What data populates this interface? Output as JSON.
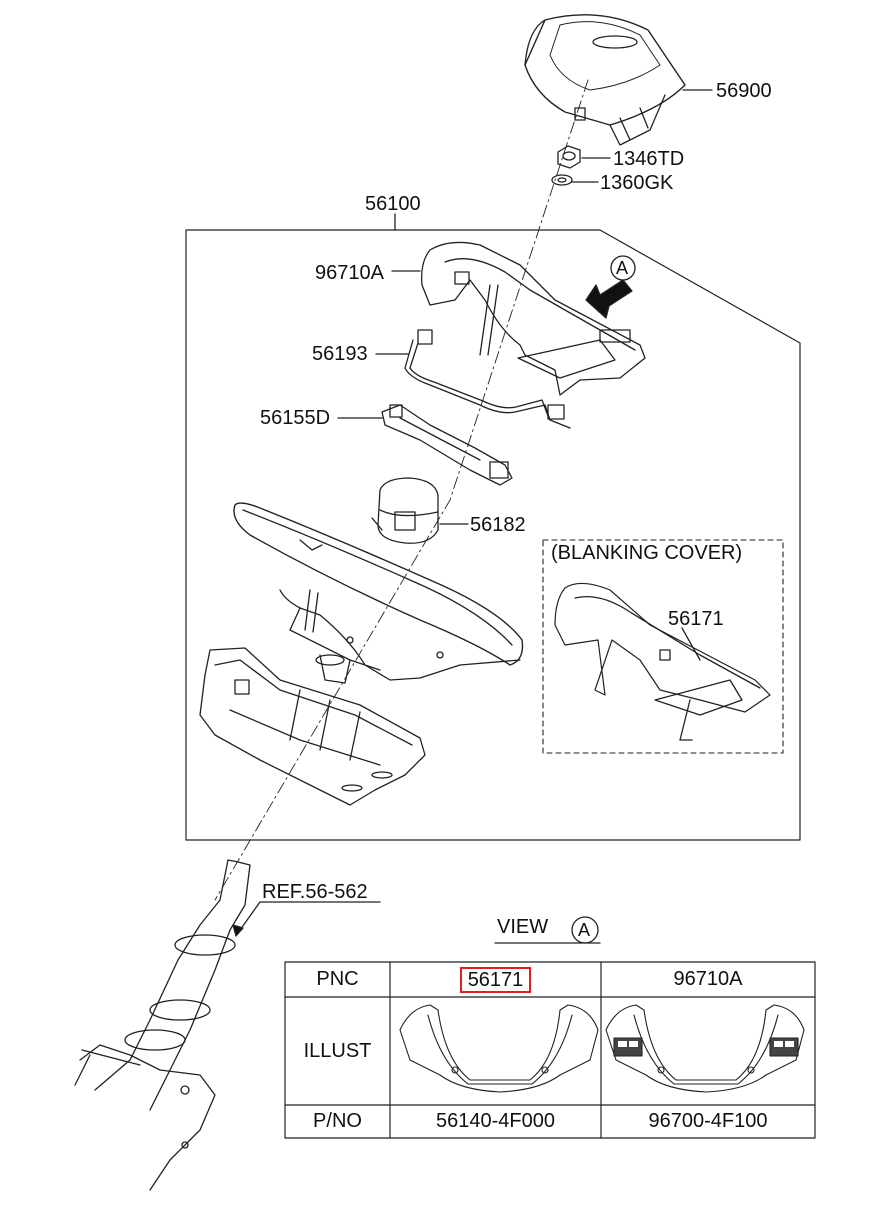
{
  "callouts": {
    "p56900": "56900",
    "p1346td": "1346TD",
    "p1360gk": "1360GK",
    "p56100": "56100",
    "p96710a": "96710A",
    "p56193": "56193",
    "p56155d": "56155D",
    "p56182": "56182",
    "p56171": "56171",
    "ref": "REF.56-562",
    "arrow_letter": "A"
  },
  "blanking_cover": "(BLANKING COVER)",
  "view": {
    "label": "VIEW",
    "letter": "A"
  },
  "table": {
    "row_labels": [
      "PNC",
      "ILLUST",
      "P/NO"
    ],
    "columns": [
      {
        "pnc": "56171",
        "pno": "56140-4F000",
        "highlighted": true
      },
      {
        "pnc": "96710A",
        "pno": "96700-4F100",
        "highlighted": false
      }
    ],
    "highlight_color": "#e02020"
  }
}
